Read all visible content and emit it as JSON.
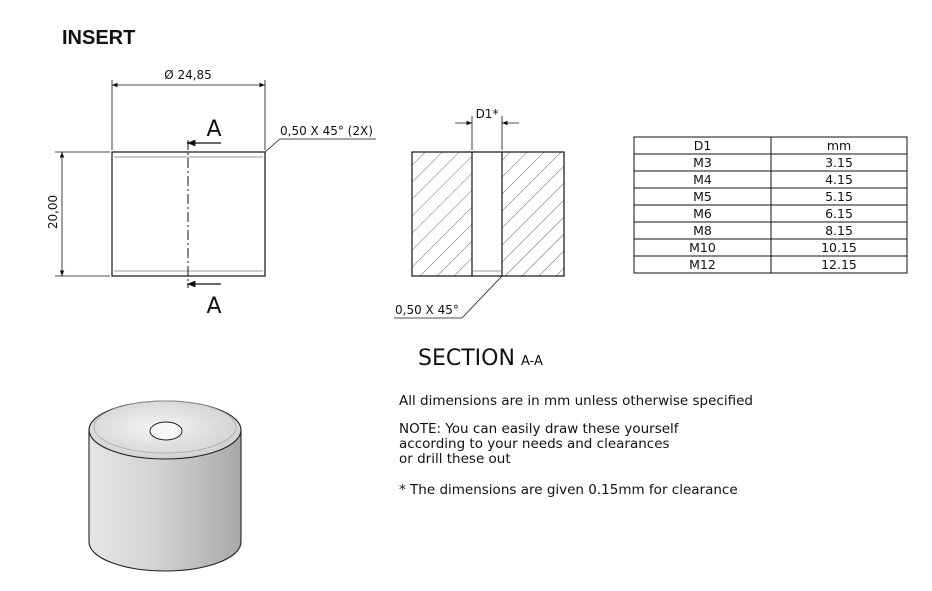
{
  "title": "INSERT",
  "front_view": {
    "diameter_label": "Ø 24,85",
    "height_label": "20,00",
    "chamfer_label": "0,50 X 45° (2X)",
    "section_mark_top": "A",
    "section_mark_bottom": "A"
  },
  "section_view": {
    "d1_label": "D1*",
    "chamfer_label": "0,50 X 45°",
    "title": "SECTION",
    "subtitle": "A-A"
  },
  "table": {
    "headers": [
      "D1",
      "mm"
    ],
    "rows": [
      [
        "M3",
        "3.15"
      ],
      [
        "M4",
        "4.15"
      ],
      [
        "M5",
        "5.15"
      ],
      [
        "M6",
        "6.15"
      ],
      [
        "M8",
        "8.15"
      ],
      [
        "M10",
        "10.15"
      ],
      [
        "M12",
        "12.15"
      ]
    ]
  },
  "notes": {
    "units": "All dimensions are in mm unless otherwise specified",
    "note_lines": [
      "NOTE: You can easily draw these yourself",
      "according to your needs and clearances",
      "or drill these out"
    ],
    "clearance": "* The dimensions are given 0.15mm for clearance"
  }
}
